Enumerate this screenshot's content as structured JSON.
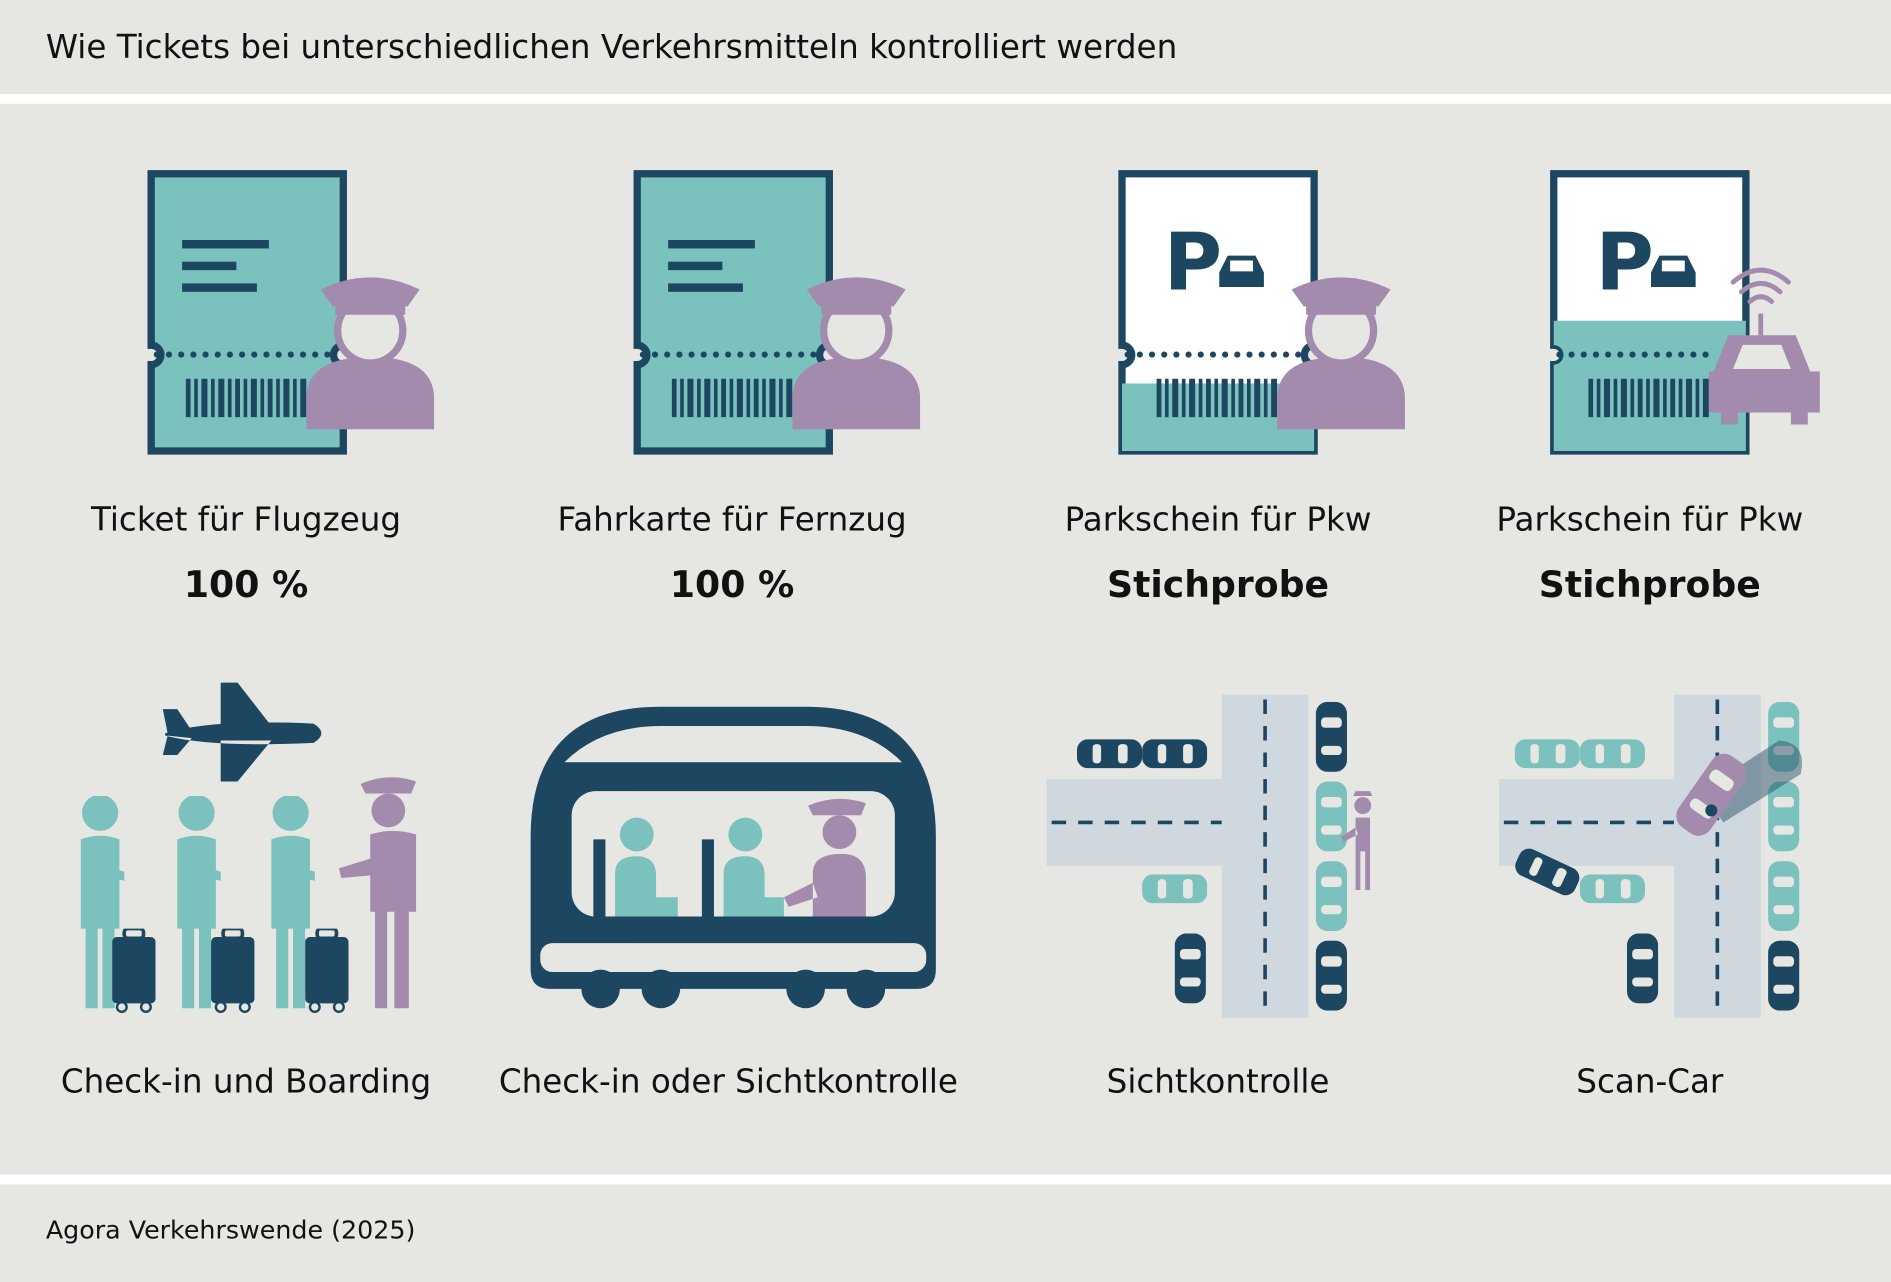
{
  "title": "Wie Tickets bei unterschiedlichen Verkehrsmitteln kontrolliert werden",
  "source": "Agora Verkehrswende (2025)",
  "colors": {
    "background": "#e6e6e2",
    "teal": "#7bc1bd",
    "dark": "#1d4660",
    "purple": "#a38bae",
    "road": "#cfd8de"
  },
  "cards": [
    {
      "label": "Ticket für Flugzeug",
      "value": "100 %",
      "method": "Check-in und Boarding",
      "icon": "ticket-officer-icon"
    },
    {
      "label": "Fahrkarte für Fernzug",
      "value": "100 %",
      "method": "Check-in oder Sichtkontrolle",
      "icon": "ticket-officer-icon"
    },
    {
      "label": "Parkschein für Pkw",
      "value": "Stichprobe",
      "method": "Sichtkontrolle",
      "icon": "parking-ticket-officer-icon",
      "ticket_letter": "P"
    },
    {
      "label": "Parkschein für Pkw",
      "value": "Stichprobe",
      "method": "Scan-Car",
      "icon": "parking-ticket-scancar-icon",
      "ticket_letter": "P"
    }
  ]
}
